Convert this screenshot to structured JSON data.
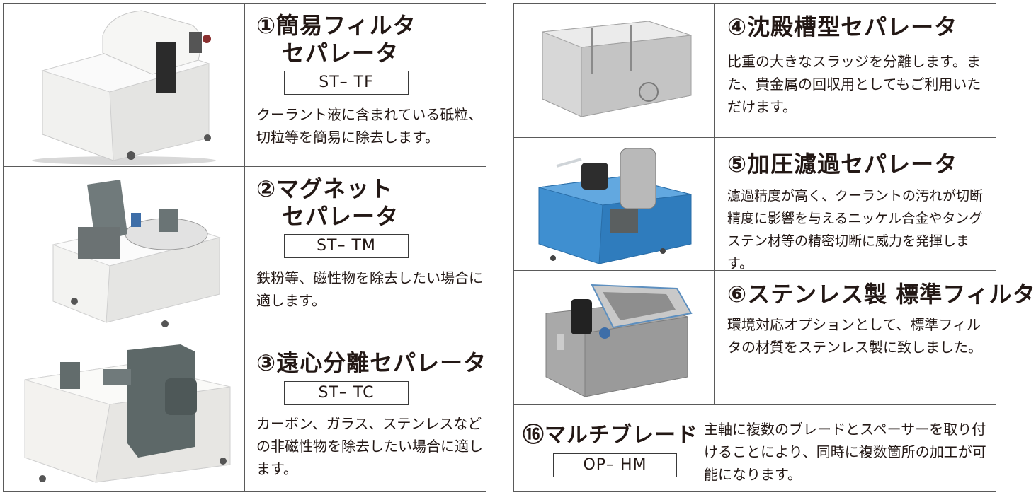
{
  "left_column": [
    {
      "title_line1": "①簡易フィルタ",
      "title_line2": "セパレータ",
      "model": "ST– TF",
      "description": "クーラント液に含まれている砥粒、切粒等を簡易に除去します。"
    },
    {
      "title_line1": "②マグネット",
      "title_line2": "セパレータ",
      "model": "ST– TM",
      "description": "鉄粉等、磁性物を除去したい場合に適します。"
    },
    {
      "title_line1": "③遠心分離セパレータ",
      "model": "ST– TC",
      "description": "カーボン、ガラス、ステンレスなどの非磁性物を除去したい場合に適します。"
    }
  ],
  "right_column": [
    {
      "title": "④沈殿槽型セパレータ",
      "description": "比重の大きなスラッジを分離します。また、貴金属の回収用としてもご利用いただけます。"
    },
    {
      "title": "⑤加圧濾過セパレータ",
      "description": "濾過精度が高く、クーラントの汚れが切断精度に影響を与えるニッケル合金やタングステン材等の精密切断に威力を発揮します。"
    },
    {
      "title": "⑥ステンレス製 標準フィルタ",
      "description": "環境対応オプションとして、標準フィルタの材質をステンレス製に致しました。"
    },
    {
      "title": "⑯マルチブレード",
      "model": "OP– HM",
      "description": "主軸に複数のブレードとスペーサーを取り付けることにより、同時に複数箇所の加工が可能になります。"
    }
  ],
  "colors": {
    "border": "#5a5a5a",
    "text": "#231815",
    "tank_white": "#f2f2f0",
    "motor_gray": "#5f6a6b",
    "pressure_blue": "#3f8fd0",
    "stainless": "#a9a9a9"
  }
}
